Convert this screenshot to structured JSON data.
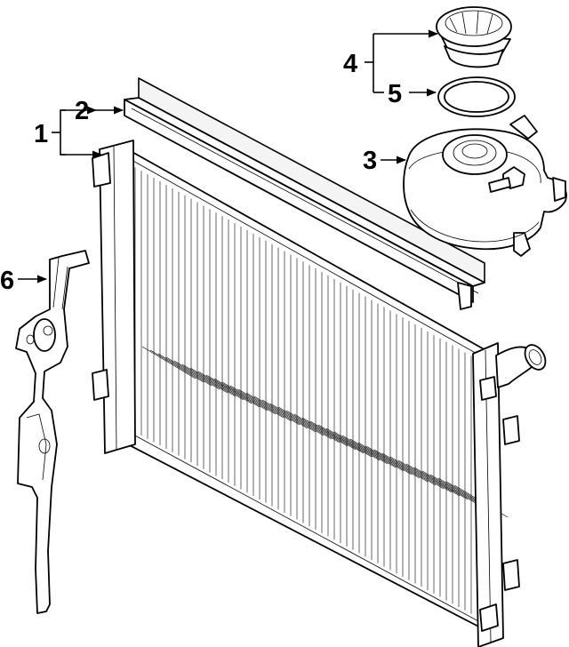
{
  "callouts": {
    "c1": "1",
    "c2": "2",
    "c3": "3",
    "c4": "4",
    "c5": "5",
    "c6": "6"
  },
  "parts": [
    {
      "id": "1",
      "name": "radiator"
    },
    {
      "id": "2",
      "name": "radiator-seal"
    },
    {
      "id": "3",
      "name": "coolant-reservoir"
    },
    {
      "id": "4",
      "name": "reservoir-cap"
    },
    {
      "id": "5",
      "name": "cap-o-ring"
    },
    {
      "id": "6",
      "name": "side-air-deflector"
    }
  ]
}
